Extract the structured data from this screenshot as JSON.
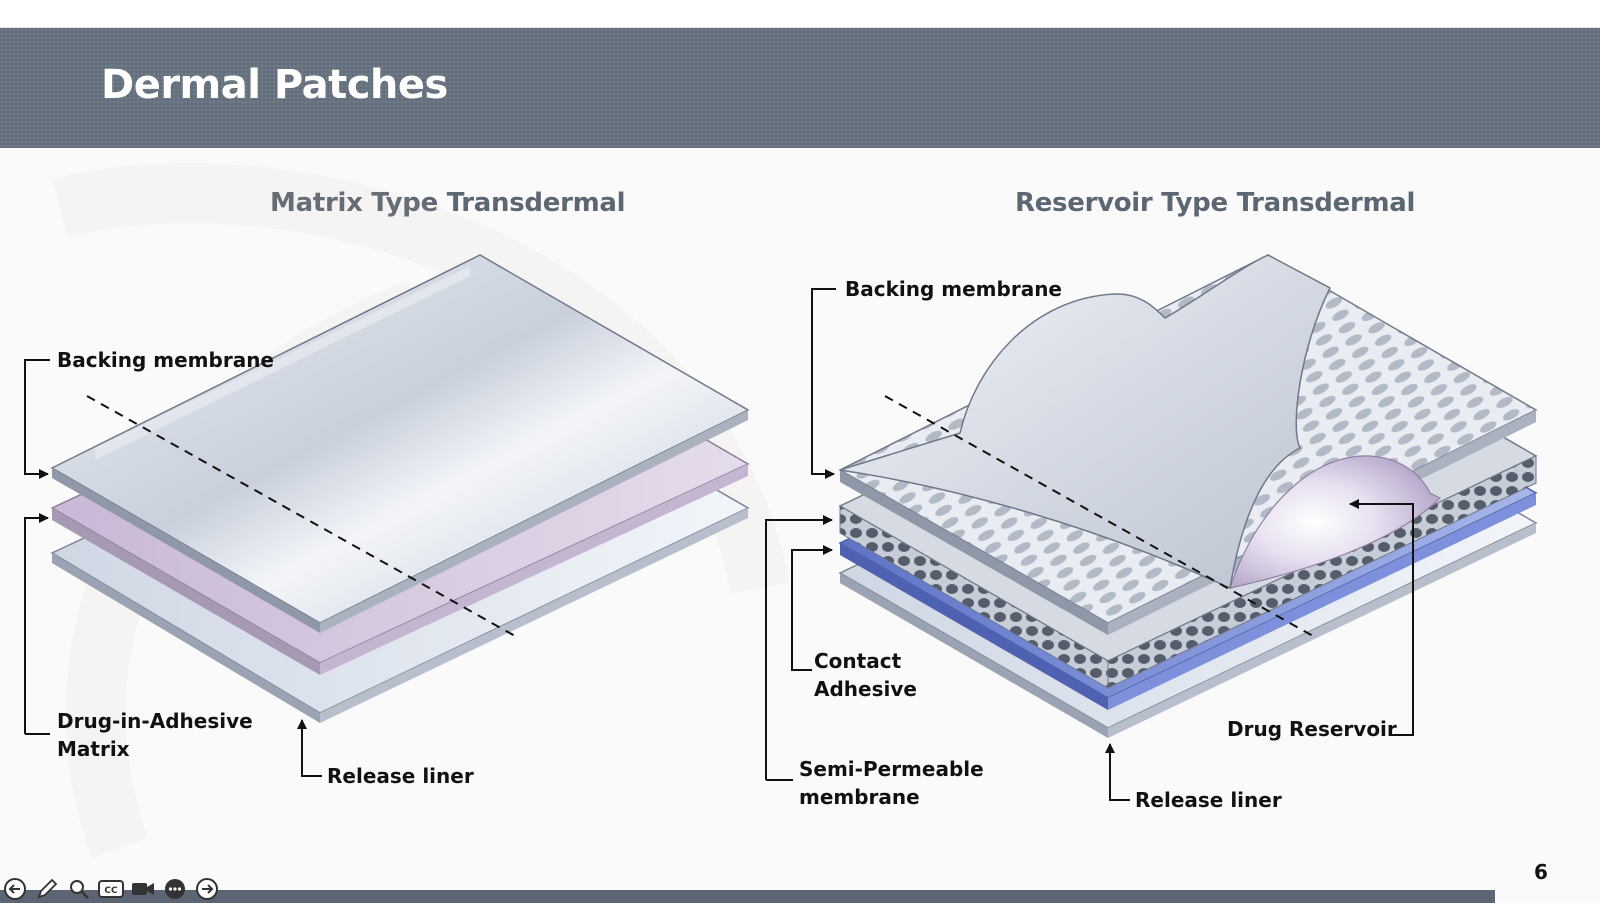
{
  "slide": {
    "title": "Dermal Patches",
    "page_number": "6"
  },
  "matrix": {
    "title": "Matrix Type Transdermal",
    "labels": {
      "backing": "Backing membrane",
      "drug_matrix_line1": "Drug-in-Adhesive",
      "drug_matrix_line2": "Matrix",
      "release_liner": "Release liner"
    }
  },
  "reservoir": {
    "title": "Reservoir Type Transdermal",
    "labels": {
      "backing": "Backing membrane",
      "contact_line1": "Contact",
      "contact_line2": "Adhesive",
      "semi_line1": "Semi-Permeable",
      "semi_line2": "membrane",
      "drug_reservoir": "Drug Reservoir",
      "release_liner": "Release liner"
    }
  },
  "toolbar": {
    "buttons": [
      "previous-icon",
      "pen-icon",
      "zoom-icon",
      "captions-icon",
      "camera-icon",
      "more-icon",
      "next-icon"
    ],
    "captions_label": "CC"
  },
  "colors": {
    "title_bar": "#64707d",
    "subtitle_text": "#5d6774",
    "backing_layer": "#d3d9e3",
    "drug_matrix_layer": "#cfc2d9",
    "release_liner_layer": "#e2e8f2",
    "semi_permeable_layer": "#8395d8"
  }
}
